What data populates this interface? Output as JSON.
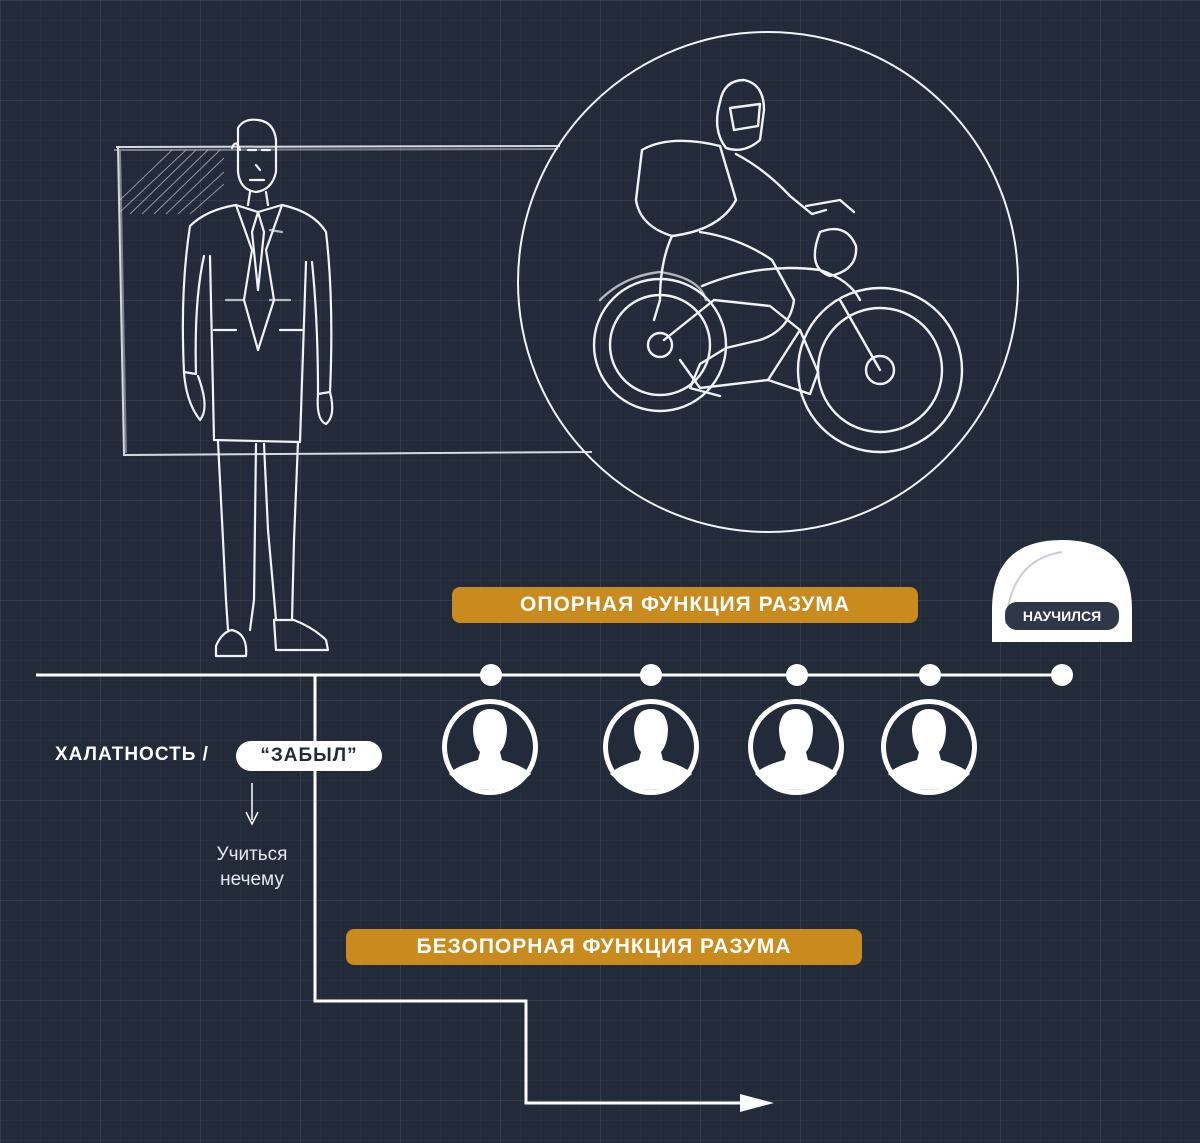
{
  "labels": {
    "supported_function": "ОПОРНАЯ ФУНКЦИЯ РАЗУМА",
    "unsupported_function": "БЕЗОПОРНАЯ ФУНКЦИЯ РАЗУМА",
    "learned": "НАУЧИЛСЯ",
    "negligence": "ХАЛАТНОСТЬ /",
    "forgot": "“ЗАБЫЛ”",
    "learn_nothing_line1": "Учиться",
    "learn_nothing_line2": "нечему"
  },
  "colors": {
    "background": "#232a3a",
    "accent": "#c98a1e",
    "line": "#ffffff"
  },
  "icons": {
    "person_sketch": "businessman-sketch-icon",
    "motorcyclist": "motorcyclist-sketch-icon",
    "avatar": "user-avatar-icon",
    "bell": "bell-jar-icon",
    "arrow": "arrow-icon"
  }
}
